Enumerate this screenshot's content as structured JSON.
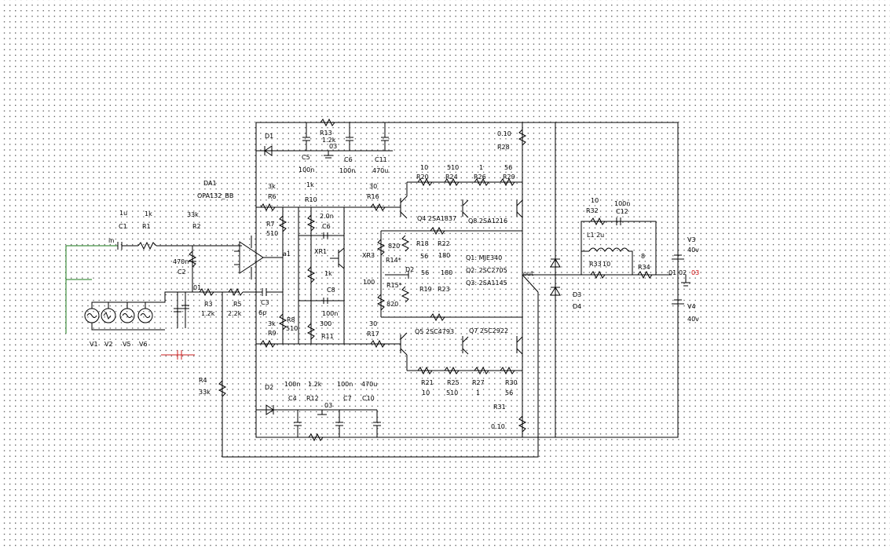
{
  "labels": {
    "da1_ref": "DA1",
    "da1_model": "OPA132_BB",
    "c1_val": "1u",
    "c1_ref": "C1",
    "r1_val": "1k",
    "r1_ref": "R1",
    "r2_val": "33k",
    "r2_ref": "R2",
    "in_node": "in",
    "c2_val": "470n",
    "c2_ref": "C2",
    "node_01_left": "01",
    "r3_ref": "R3",
    "r3_val": "1.2k",
    "r5_ref": "R5",
    "r5_val": "2.2k",
    "c3_ref": "C3",
    "c3_val": "6p",
    "node_a1": "a1",
    "r4_ref": "R4",
    "r4_val": "33k",
    "v1": "V1",
    "v2": "V2",
    "v5": "V5",
    "v6": "V6",
    "d1_ref": "D1",
    "d2_ref": "D2",
    "r13_ref": "R13",
    "r13_val": "1.2k",
    "node_03_top": "03",
    "c5_ref": "C5",
    "c5_val": "100n",
    "c6_ref": "C6",
    "c6_val": "100n",
    "c11_ref": "C11",
    "c11_val": "470u",
    "r6_val": "3k",
    "r6_ref": "R6",
    "r10_val": "1k",
    "r10_ref": "R10",
    "r7_ref": "R7",
    "r7_val": "510",
    "c6b_val": "2.0n",
    "c6b_ref": "C6",
    "xr1_ref": "XR1",
    "xr1_val": "1k",
    "c8_ref": "C8",
    "c8_val": "100n",
    "r11_val": "300",
    "r11_ref": "R11",
    "r8_ref": "R8",
    "r8_val": "510",
    "r9_val": "3k",
    "r9_ref": "R9",
    "r16_val": "30",
    "r16_ref": "R16",
    "r17_val": "30",
    "r17_ref": "R17",
    "r20_val": "10",
    "r20_ref": "R20",
    "r24_val": "510",
    "r24_ref": "R24",
    "r26_val": "1",
    "r26_ref": "R26",
    "r29_val": "56",
    "r29_ref": "R29",
    "r28_val": "0.10",
    "r28_ref": "R28",
    "q4_label": "Q4 2SA1837",
    "q8_label": "Q8 2SA1216",
    "xr3_ref": "XR3",
    "r18_val": "820",
    "r18_ref": "R18",
    "r22_ref": "R22",
    "r14_ref": "R14*",
    "r22_val": "56",
    "r23_val": "180",
    "d2b_ref": "D2",
    "r14_val": "56",
    "r19_val": "180",
    "r15_val": "100",
    "r15_ref": "R15*",
    "r19_ref": "R19",
    "r23_ref": "R23",
    "r820b": "820",
    "q1_label": "Q1: MJE340",
    "q2_label": "Q2: 2SC2705",
    "q3_label": "Q3: 2SA1145",
    "q5_label": "Q5 2SC4793",
    "q7_label": "Q7 2SC2922",
    "r21_ref": "R21",
    "r21_val": "10",
    "r25_ref": "R25",
    "r25_val": "510",
    "r27_ref": "R27",
    "r27_val": "1",
    "r30_ref": "R30",
    "r30_val": "56",
    "r31_ref": "R31",
    "r31_val": "0.10",
    "c4_val": "100n",
    "r12_val": "1.2k",
    "c7_val": "100n",
    "c10_val": "470u",
    "c4_ref": "C4",
    "r12_ref": "R12",
    "c7_ref": "C7",
    "c10_ref": "C10",
    "node_03_bot": "03",
    "out_node": "out",
    "d3_ref": "D3",
    "d4_ref": "D4",
    "r32_val": "10",
    "r32_ref": "R32",
    "c12_val": "100n",
    "c12_ref": "C12",
    "l1_label": "L1 2u",
    "r33_ref": "R33",
    "r33_val": "10",
    "r34_val": "8",
    "r34_ref": "R34",
    "node_01_right": "01",
    "node_02_right": "02",
    "node_03_right": "03",
    "v3_ref": "V3",
    "v3_val": "40v",
    "v4_ref": "V4",
    "v4_val": "40v"
  }
}
